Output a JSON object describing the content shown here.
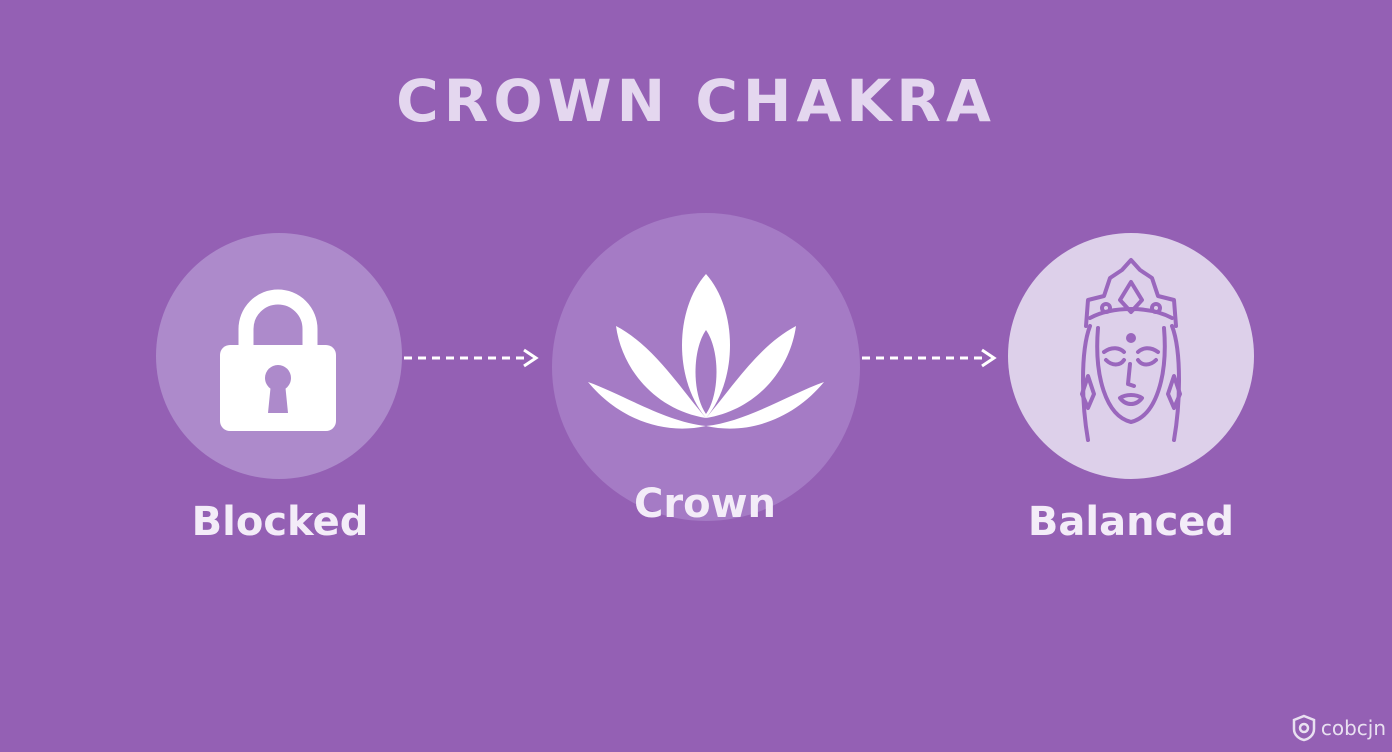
{
  "title": "CROWN CHAKRA",
  "nodes": [
    {
      "label": "Blocked",
      "icon": "lock-icon"
    },
    {
      "label": "Crown",
      "icon": "lotus-icon"
    },
    {
      "label": "Balanced",
      "icon": "deity-face-icon"
    }
  ],
  "watermark": "cobcjn",
  "colors": {
    "background": "#9460b4",
    "blocked_circle": "#ad8acb",
    "crown_circle": "#a57bc5",
    "balanced_circle": "#ddd0ea",
    "icon_light": "#ffffff",
    "deity_line": "#9a67bd"
  }
}
